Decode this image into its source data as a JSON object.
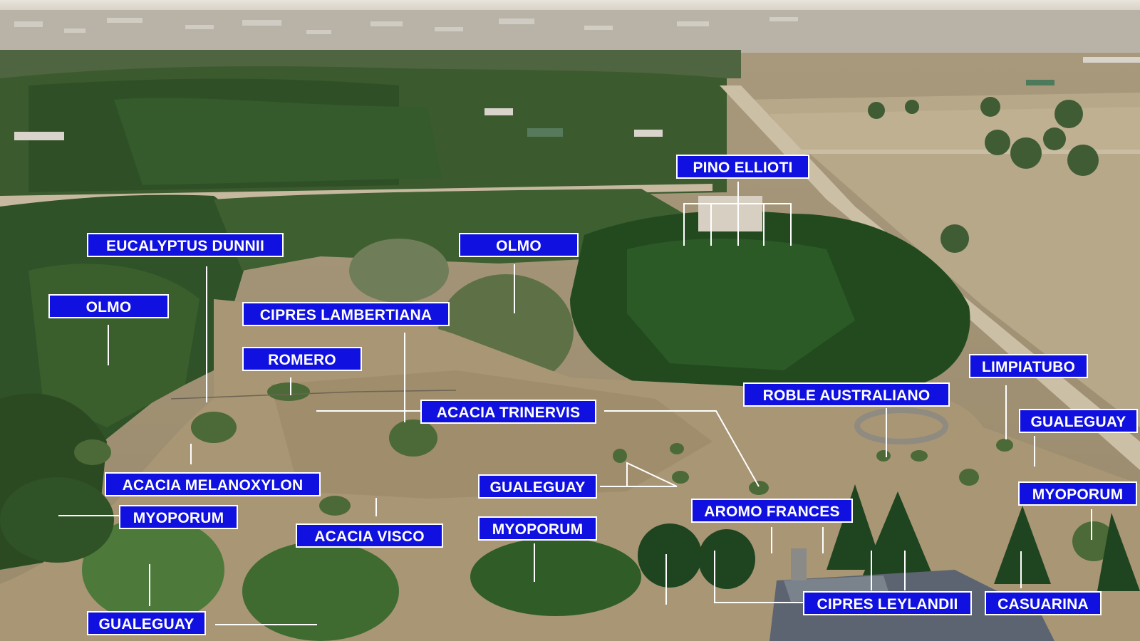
{
  "labels": {
    "pino_ellioti": "PINO ELLIOTI",
    "eucalyptus_dunnii": "EUCALYPTUS DUNNII",
    "olmo_center": "OLMO",
    "olmo_left": "OLMO",
    "cipres_lambertiana": "CIPRES LAMBERTIANA",
    "romero": "ROMERO",
    "limpiatubo": "LIMPIATUBO",
    "roble_australiano": "ROBLE AUSTRALIANO",
    "acacia_trinervis": "ACACIA TRINERVIS",
    "gualeguay_right": "GUALEGUAY",
    "acacia_melanoxylon": "ACACIA MELANOXYLON",
    "gualeguay_center": "GUALEGUAY",
    "myoporum_right": "MYOPORUM",
    "myoporum_left": "MYOPORUM",
    "aromo_frances": "AROMO FRANCES",
    "acacia_visco": "ACACIA VISCO",
    "myoporum_center": "MYOPORUM",
    "gualeguay_bottom": "GUALEGUAY",
    "cipres_leylandii": "CIPRES LEYLANDII",
    "casuarina": "CASUARINA"
  },
  "colors": {
    "label_background": "#1010e0",
    "label_text": "#ffffff",
    "leader_line": "#ffffff"
  }
}
